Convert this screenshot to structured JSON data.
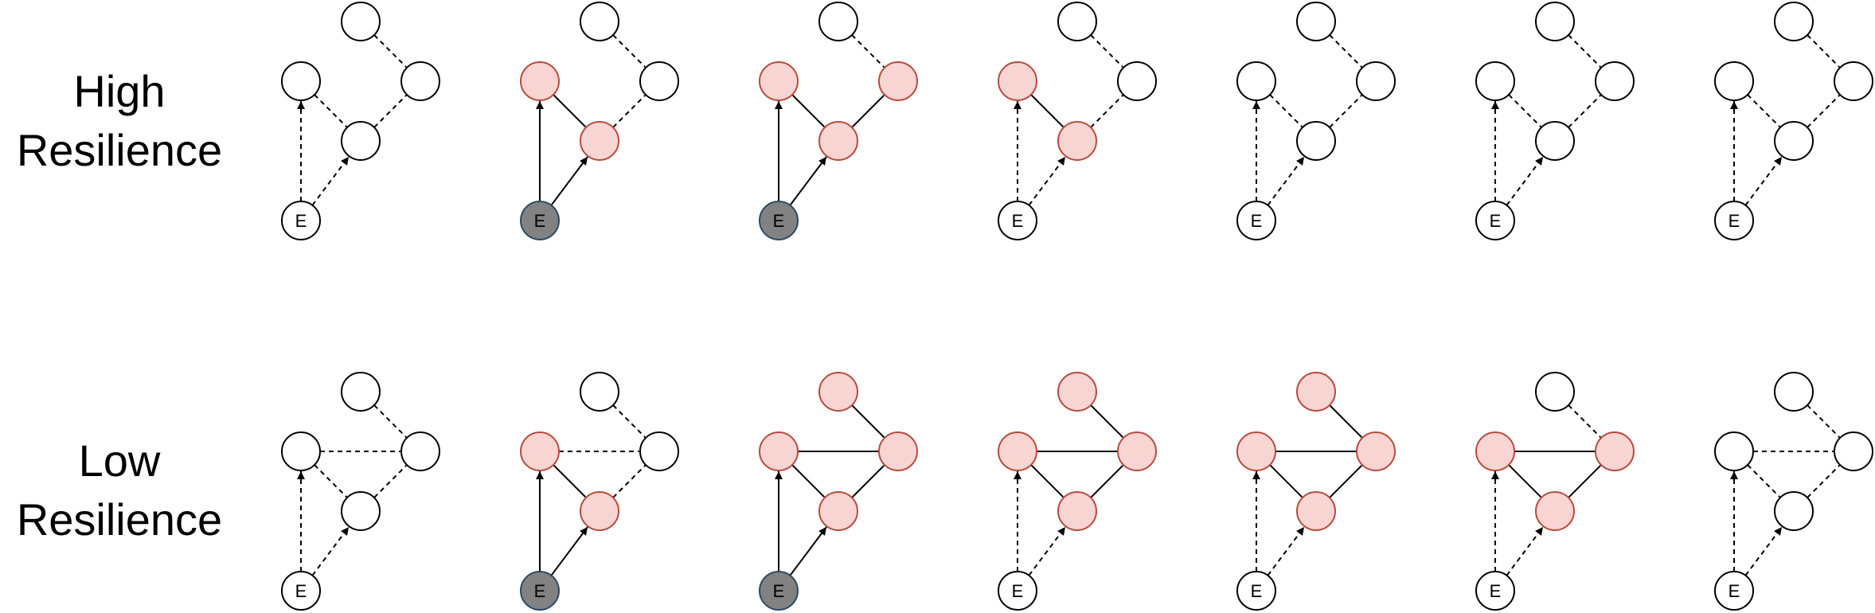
{
  "rows": [
    {
      "label_line1": "High",
      "label_line2": "Resilience",
      "panels": [
        {
          "active": [],
          "exposed": false,
          "solid": []
        },
        {
          "active": [
            "B",
            "C"
          ],
          "exposed": true,
          "solid": [
            "E-B",
            "E-C",
            "B-C"
          ]
        },
        {
          "active": [
            "B",
            "C",
            "D"
          ],
          "exposed": true,
          "solid": [
            "E-B",
            "E-C",
            "B-C",
            "C-D"
          ]
        },
        {
          "active": [
            "B",
            "C"
          ],
          "exposed": false,
          "solid": [
            "B-C"
          ]
        },
        {
          "active": [],
          "exposed": false,
          "solid": []
        },
        {
          "active": [],
          "exposed": false,
          "solid": []
        },
        {
          "active": [],
          "exposed": false,
          "solid": []
        }
      ]
    },
    {
      "label_line1": "Low",
      "label_line2": "Resilience",
      "panels": [
        {
          "active": [],
          "exposed": false,
          "solid": []
        },
        {
          "active": [
            "B",
            "C"
          ],
          "exposed": true,
          "solid": [
            "E-B",
            "E-C",
            "B-C"
          ]
        },
        {
          "active": [
            "A",
            "B",
            "C",
            "D"
          ],
          "exposed": true,
          "solid": [
            "E-B",
            "E-C",
            "B-C",
            "C-D",
            "A-D",
            "B-D"
          ]
        },
        {
          "active": [
            "A",
            "B",
            "C",
            "D"
          ],
          "exposed": false,
          "solid": [
            "B-C",
            "C-D",
            "A-D",
            "B-D"
          ]
        },
        {
          "active": [
            "A",
            "B",
            "C",
            "D"
          ],
          "exposed": false,
          "solid": [
            "B-C",
            "C-D",
            "A-D",
            "B-D"
          ]
        },
        {
          "active": [
            "B",
            "C",
            "D"
          ],
          "exposed": false,
          "solid": [
            "B-C",
            "C-D",
            "B-D"
          ]
        },
        {
          "active": [],
          "exposed": false,
          "solid": []
        }
      ]
    }
  ],
  "graph": {
    "exposure_node_label": "E",
    "edges": [
      {
        "id": "E-B",
        "from": "E",
        "to": "B",
        "arrow": true,
        "rows": [
          0,
          1
        ]
      },
      {
        "id": "E-C",
        "from": "E",
        "to": "C",
        "arrow": true,
        "rows": [
          0,
          1
        ]
      },
      {
        "id": "B-C",
        "from": "B",
        "to": "C",
        "arrow": false,
        "rows": [
          0,
          1
        ]
      },
      {
        "id": "C-D",
        "from": "C",
        "to": "D",
        "arrow": false,
        "rows": [
          0,
          1
        ]
      },
      {
        "id": "A-D",
        "from": "A",
        "to": "D",
        "arrow": false,
        "rows": [
          0,
          1
        ]
      },
      {
        "id": "B-D",
        "from": "B",
        "to": "D",
        "arrow": false,
        "rows": [
          1
        ]
      }
    ]
  },
  "colors": {
    "active_fill": "#f8d5d3",
    "active_stroke": "#b84a3c",
    "exposed_fill": "#828282",
    "exposed_stroke": "#2c4a66",
    "idle_fill": "#ffffff",
    "idle_stroke": "#000000",
    "edge": "#000000"
  }
}
